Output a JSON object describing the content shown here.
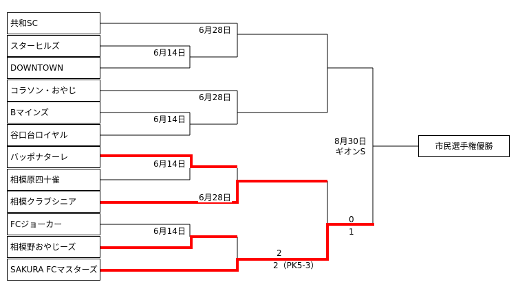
{
  "teams": [
    {
      "name": "共和SC"
    },
    {
      "name": "スターヒルズ"
    },
    {
      "name": "DOWNTOWN"
    },
    {
      "name": "コラソン・おやじ"
    },
    {
      "name": "Bマインズ"
    },
    {
      "name": "谷口台ロイヤル"
    },
    {
      "name": "バッポナターレ"
    },
    {
      "name": "相模原四十雀"
    },
    {
      "name": "相模クラブシニア"
    },
    {
      "name": "FCジョーカー"
    },
    {
      "name": "相模野おやじーズ"
    },
    {
      "name": "SAKURA FCマスターズ"
    }
  ],
  "dates": {
    "r1_top": "6月28日",
    "r1_a": "6月14日",
    "r1_mid": "6月28日",
    "r1_b": "6月14日",
    "r1_c": "6月14日",
    "r1_lower": "6月28日",
    "r1_d": "6月14日"
  },
  "scores": {
    "sf_bottom_top": "2",
    "sf_bottom_bottom": "2（PK5-3）",
    "final_top": "0",
    "final_bottom": "1"
  },
  "final": {
    "date": "8月30日",
    "venue": "ギオンS"
  },
  "winner": "市民選手権優勝",
  "colors": {
    "line": "#000000",
    "highlight": "#ff0000"
  }
}
